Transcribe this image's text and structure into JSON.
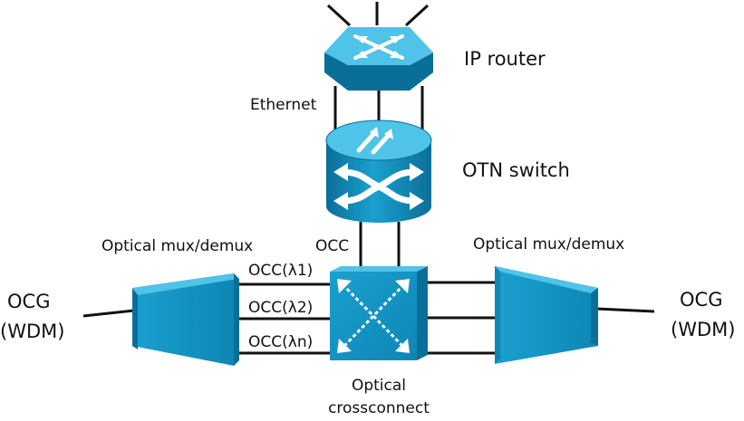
{
  "labels": {
    "ip_router": "IP router",
    "ethernet": "Ethernet",
    "otn_switch": "OTN switch",
    "occ": "OCC",
    "mux_left": "Optical mux/demux",
    "mux_right": "Optical mux/demux",
    "occ_l1": "OCC(λ1)",
    "occ_l2": "OCC(λ2)",
    "occ_ln": "OCC(λn)",
    "ocg_left_1": "OCG",
    "ocg_left_2": "(WDM)",
    "ocg_right_1": "OCG",
    "ocg_right_2": "(WDM)",
    "oxc_1": "Optical",
    "oxc_2": "crossconnect"
  },
  "colors": {
    "device_light": "#4fc3e8",
    "device_mid": "#1aa0cf",
    "device_dark": "#0a6f98",
    "line": "#111111"
  },
  "icons": {
    "router": "router-icon",
    "otn_switch": "otn-switch-icon",
    "crossconnect": "optical-crossconnect-icon",
    "mux": "optical-mux-icon"
  }
}
